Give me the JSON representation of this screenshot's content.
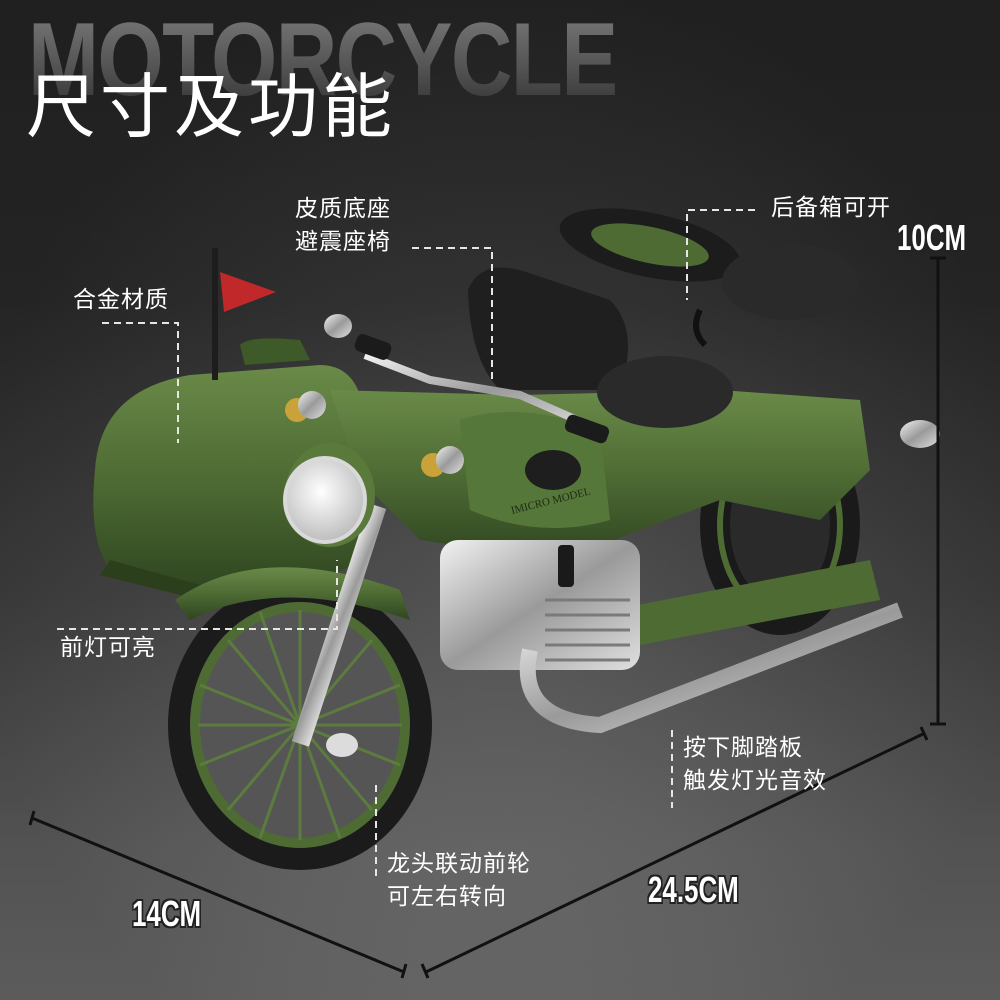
{
  "background_word": "MOTORCYCLE",
  "title": "尺寸及功能",
  "features": {
    "leather_seat": {
      "line1": "皮质底座",
      "line2": "避震座椅"
    },
    "trunk": {
      "line1": "后备箱可开"
    },
    "alloy": {
      "line1": "合金材质"
    },
    "headlight": {
      "line1": "前灯可亮"
    },
    "pedal": {
      "line1": "按下脚踏板",
      "line2": "触发灯光音效"
    },
    "steering": {
      "line1": "龙头联动前轮",
      "line2": "可左右转向"
    }
  },
  "dimensions": {
    "height": "10CM",
    "length": "24.5CM",
    "width": "14CM"
  },
  "product": {
    "tank_brand": "IMICRO MODEL",
    "body_color": "#4e6b34",
    "flag_color": "#c0282a"
  }
}
